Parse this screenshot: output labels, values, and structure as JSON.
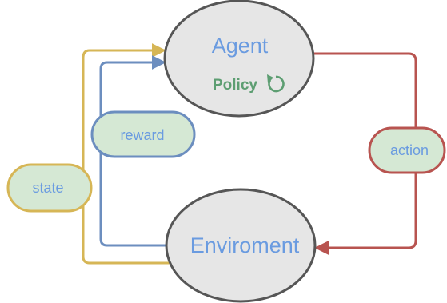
{
  "nodes": {
    "agent": {
      "label": "Agent",
      "sub_label": "Policy",
      "sub_icon": "refresh-icon"
    },
    "environment": {
      "label": "Enviroment"
    }
  },
  "edges": {
    "action": {
      "label": "action"
    },
    "reward": {
      "label": "reward"
    },
    "state": {
      "label": "state"
    }
  },
  "colors": {
    "node_fill": "#e6e6e6",
    "node_stroke": "#565656",
    "node_text": "#6a9be0",
    "policy_text": "#5d9e72",
    "pill_fill": "#d5e8d4",
    "state_line": "#d6b656",
    "reward_line": "#6c8ebf",
    "action_line": "#b85450"
  }
}
